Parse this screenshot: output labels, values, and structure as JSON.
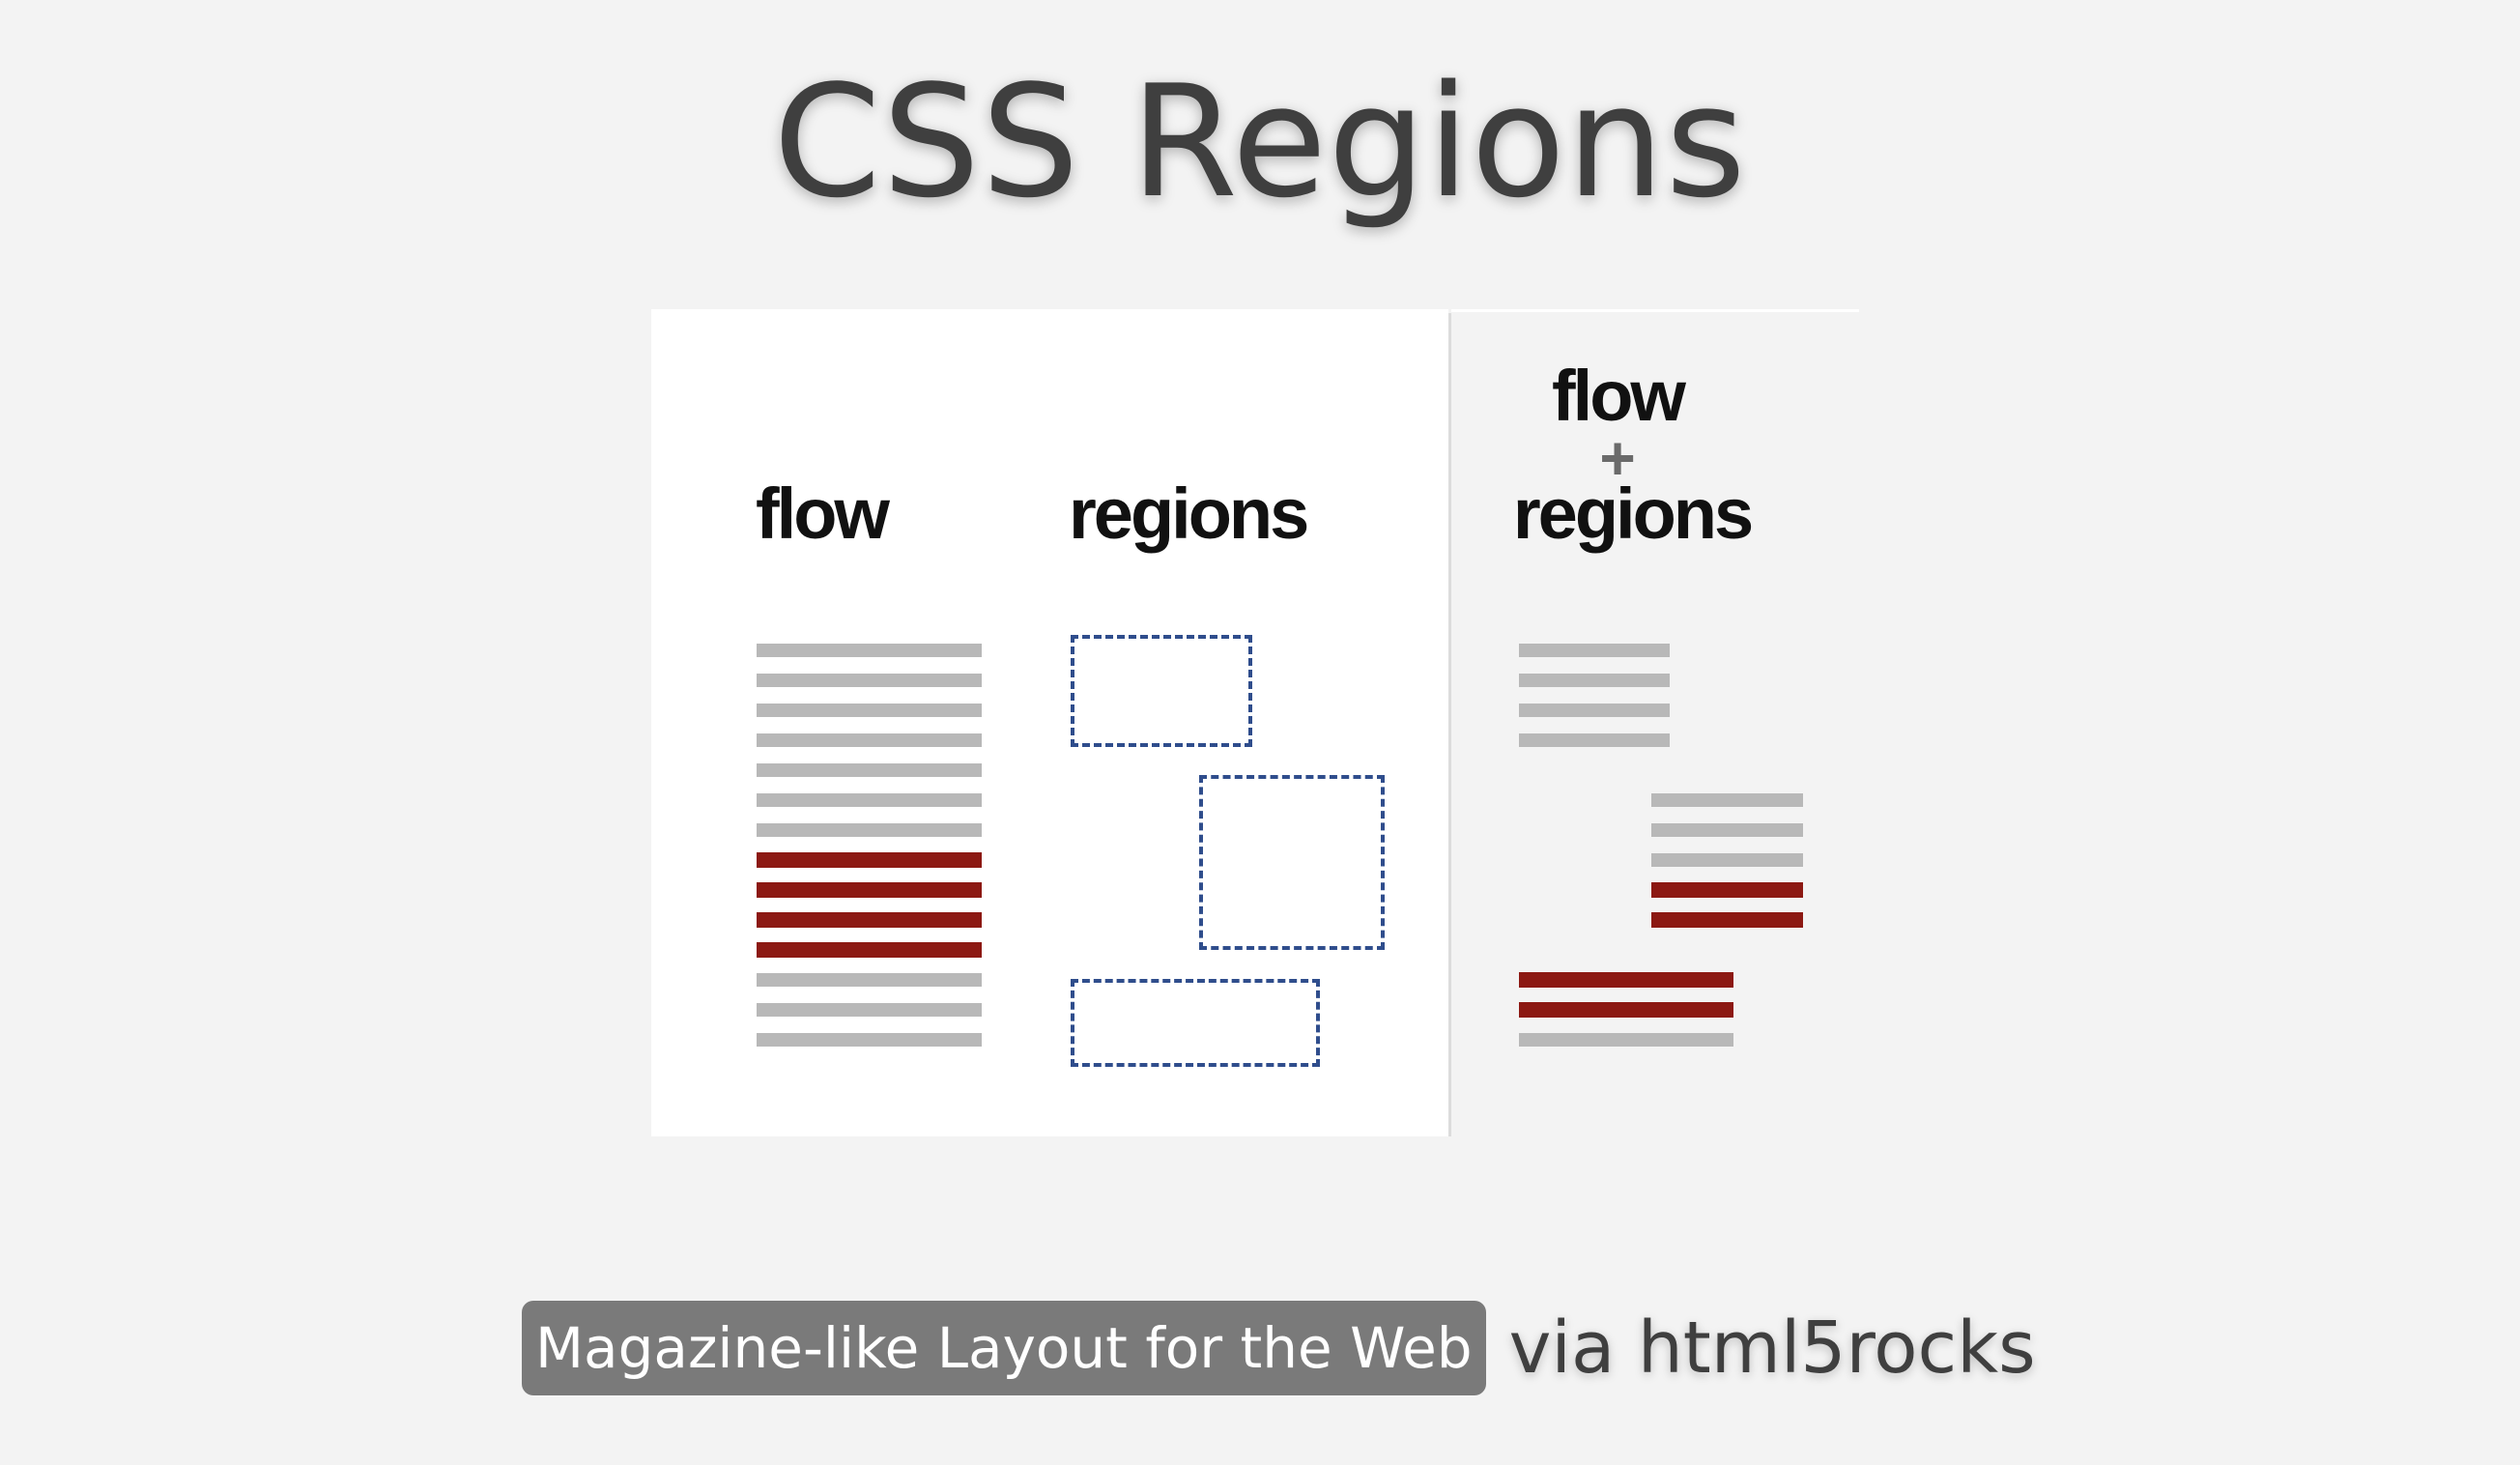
{
  "slide": {
    "title": "CSS Regions",
    "caption_highlight": "Magazine-like Layout for the Web",
    "caption_rest": "via html5rocks"
  },
  "diagram": {
    "labels": {
      "flow": "flow",
      "regions": "regions",
      "combined_top": "flow",
      "combined_plus": "+",
      "combined_bottom": "regions"
    },
    "colors": {
      "text_stripe": "#b8b8b8",
      "highlight_stripe": "#8c1812",
      "region_border": "#2f4d8c"
    },
    "flow_column": [
      "gray",
      "gray",
      "gray",
      "gray",
      "gray",
      "gray",
      "gray",
      "red",
      "red",
      "red",
      "red",
      "gray",
      "gray",
      "gray"
    ],
    "region_boxes": 3,
    "combined": {
      "region1": [
        "gray",
        "gray",
        "gray",
        "gray"
      ],
      "region2": [
        "gray",
        "gray",
        "gray",
        "red",
        "red"
      ],
      "region3": [
        "red",
        "red",
        "gray"
      ]
    }
  }
}
